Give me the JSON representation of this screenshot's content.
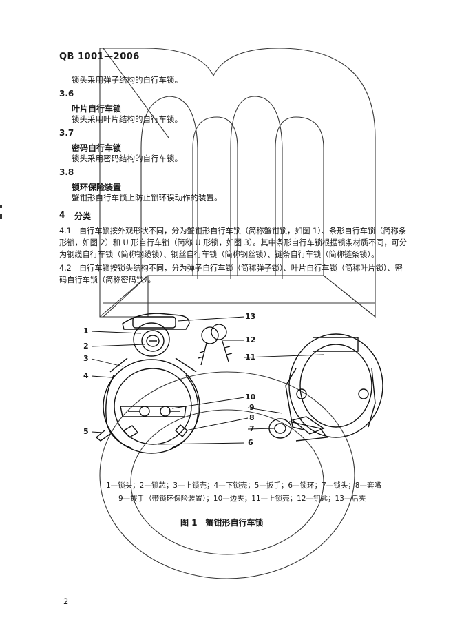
{
  "header": "QB 1001—2006",
  "sections": [
    {
      "desc": "锁头采用弹子结构的自行车锁。"
    },
    {
      "num": "3.6",
      "term": "叶片自行车锁",
      "desc": "锁头采用叶片结构的自行车锁。"
    },
    {
      "num": "3.7",
      "term": "密码自行车锁",
      "desc": "锁头采用密码结构的自行车锁。"
    },
    {
      "num": "3.8",
      "term": "锁环保险装置",
      "desc": "蟹钳形自行车锁上防止锁环误动作的装置。"
    }
  ],
  "chapter": {
    "num": "4",
    "title": "分类"
  },
  "clauses": [
    {
      "lines": [
        "4.1　自行车锁按外观形状不同，分为蟹钳形自行车锁（简称蟹钳锁，如图 1）、条形自行车锁（简称条",
        "形锁，如图 2）和 U 形自行车锁（简称 U 形锁，如图 3）。其中条形自行车锁根据锁条材质不同，可分",
        "为钢缆自行车锁（简称钢缆锁）、钢丝自行车锁（简称钢丝锁）、链条自行车锁（简称链条锁）。"
      ]
    },
    {
      "lines": [
        "4.2　自行车锁按锁头结构不同，分为弹子自行车锁（简称弹子锁）、叶片自行车锁（简称叶片锁）、密",
        "码自行车锁（简称密码锁）。"
      ]
    }
  ],
  "figure": {
    "labels": [
      "1",
      "2",
      "3",
      "4",
      "5",
      "6",
      "7",
      "8",
      "9",
      "10",
      "11",
      "12",
      "13"
    ],
    "legend_line1": "1—锁头；2—锁芯；3—上锁壳；4—下锁壳；5—扳手；6—锁环；7—锁头；8—套嘴",
    "legend_line2": "9—拨手（带锁环保险装置）；10—边夹；11—上锁壳；12—钥匙；13—后夹",
    "caption": "图 1　蟹钳形自行车锁"
  },
  "page_number": "2",
  "colors": {
    "ink": "#1a1a1a",
    "paper": "#ffffff"
  }
}
